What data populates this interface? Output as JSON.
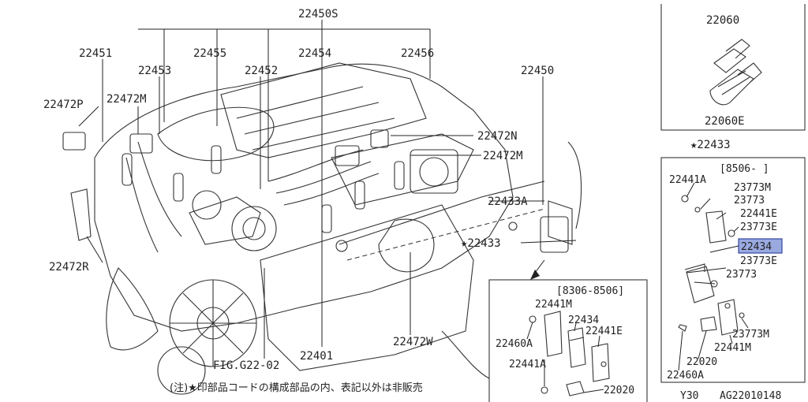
{
  "diagram": {
    "main_labels": {
      "p22450S": "22450S",
      "p22451": "22451",
      "p22455": "22455",
      "p22454": "22454",
      "p22456": "22456",
      "p22453": "22453",
      "p22452": "22452",
      "p22450": "22450",
      "p22472P": "22472P",
      "p22472M_left": "22472M",
      "p22472N": "22472N",
      "p22472M_right": "22472M",
      "p22433A": "22433A",
      "p22433_main": "★22433",
      "p22472R": "22472R",
      "p22472W": "22472W",
      "p22401": "22401",
      "fig_ref": "FIG.G22-02"
    },
    "footnote": "(注)★印部品コードの構成部品の内、表記以外は非販売",
    "inset_top": {
      "p22060": "22060",
      "p22060E": "22060E"
    },
    "inset_right": {
      "heading": "★22433",
      "date_range": "[8506-    ]",
      "p22441A": "22441A",
      "p23773M": "23773M",
      "p23773": "23773",
      "p22441E": "22441E",
      "p23773E": "23773E",
      "p22434_highlight": "22434",
      "p23773E_b": "23773E",
      "p23773_b": "23773",
      "p23773M_b": "23773M",
      "p22441M": "22441M",
      "p22020": "22020",
      "p22460A": "22460A"
    },
    "inset_bottom": {
      "date_range": "[8306-8506]",
      "p22441M": "22441M",
      "p22434": "22434",
      "p22441E": "22441E",
      "p22460A": "22460A",
      "p22441A": "22441A",
      "p22020": "22020"
    },
    "footer": {
      "model": "Y30",
      "code": "AG22010148"
    }
  }
}
